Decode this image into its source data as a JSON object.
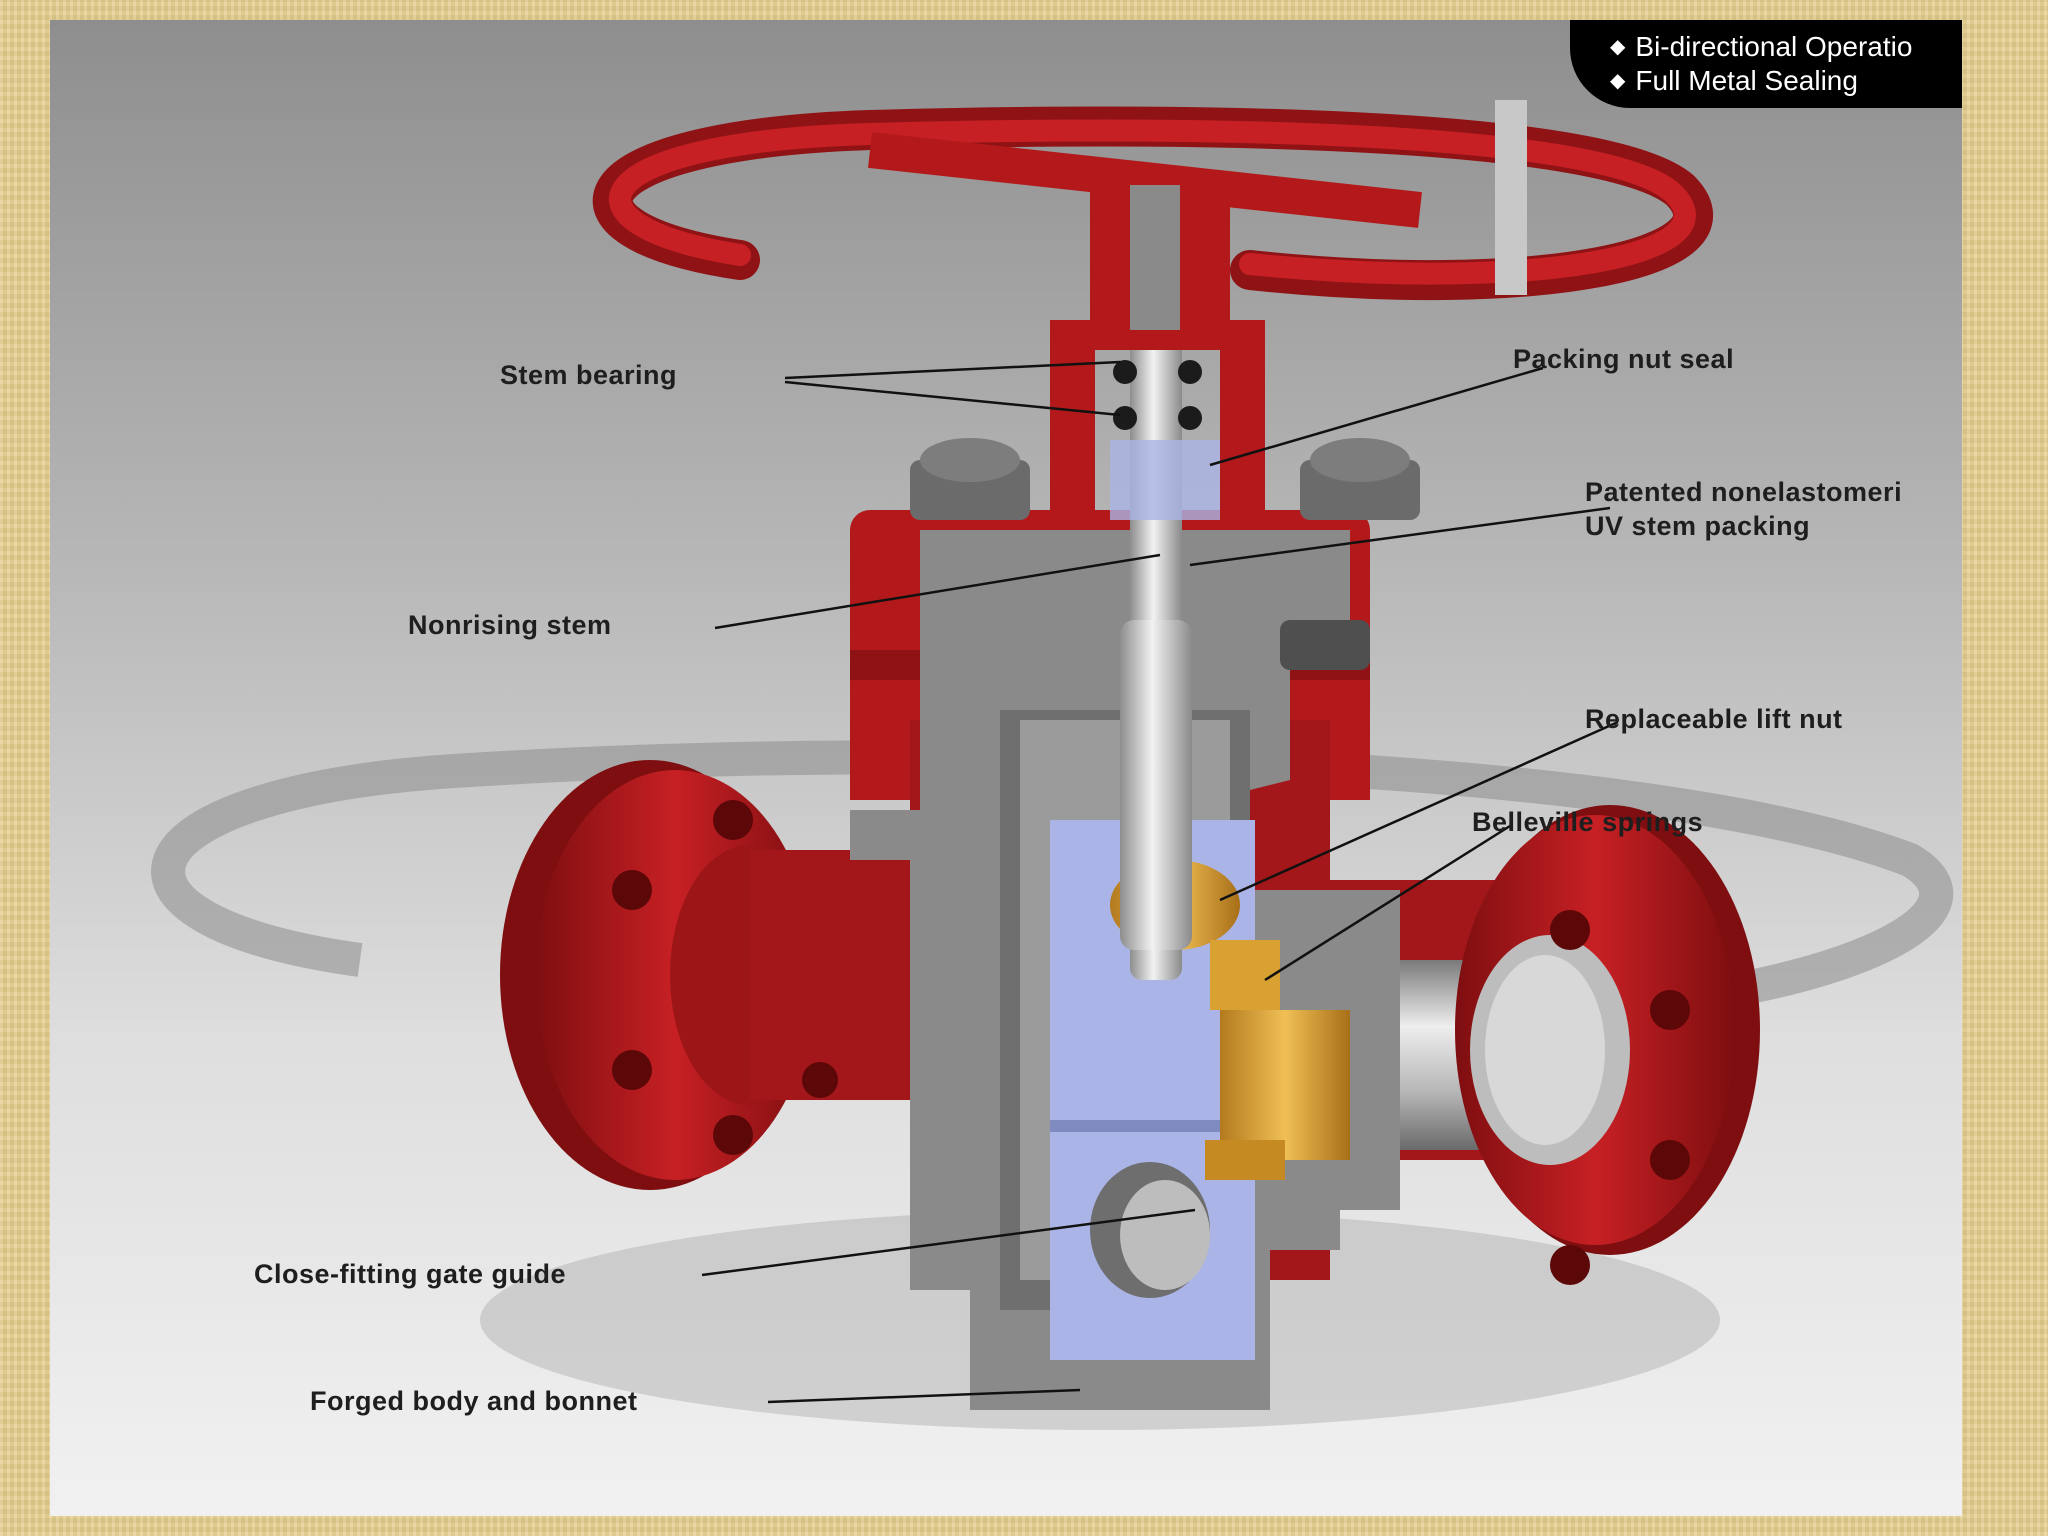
{
  "features": [
    "Bi-directional Operatio",
    "Full Metal Sealing"
  ],
  "labels": {
    "stem_bearing": "Stem bearing",
    "packing_nut_seal": "Packing nut seal",
    "patented_line1": "Patented nonelastomeri",
    "patented_line2": "UV stem packing",
    "nonrising_stem": "Nonrising stem",
    "replaceable_lift_nut": "Replaceable lift nut",
    "belleville_springs": "Belleville springs",
    "gate_guide": "Close-fitting gate guide",
    "forged_body": "Forged body and bonnet"
  },
  "colors": {
    "valve_red": "#b3191b",
    "body_gray": "#8a8a8a",
    "gate_blue": "#aab4e6",
    "brass": "#d9a032",
    "stem_silver": "#c9c9c9",
    "frame": "#e6cf8e"
  }
}
